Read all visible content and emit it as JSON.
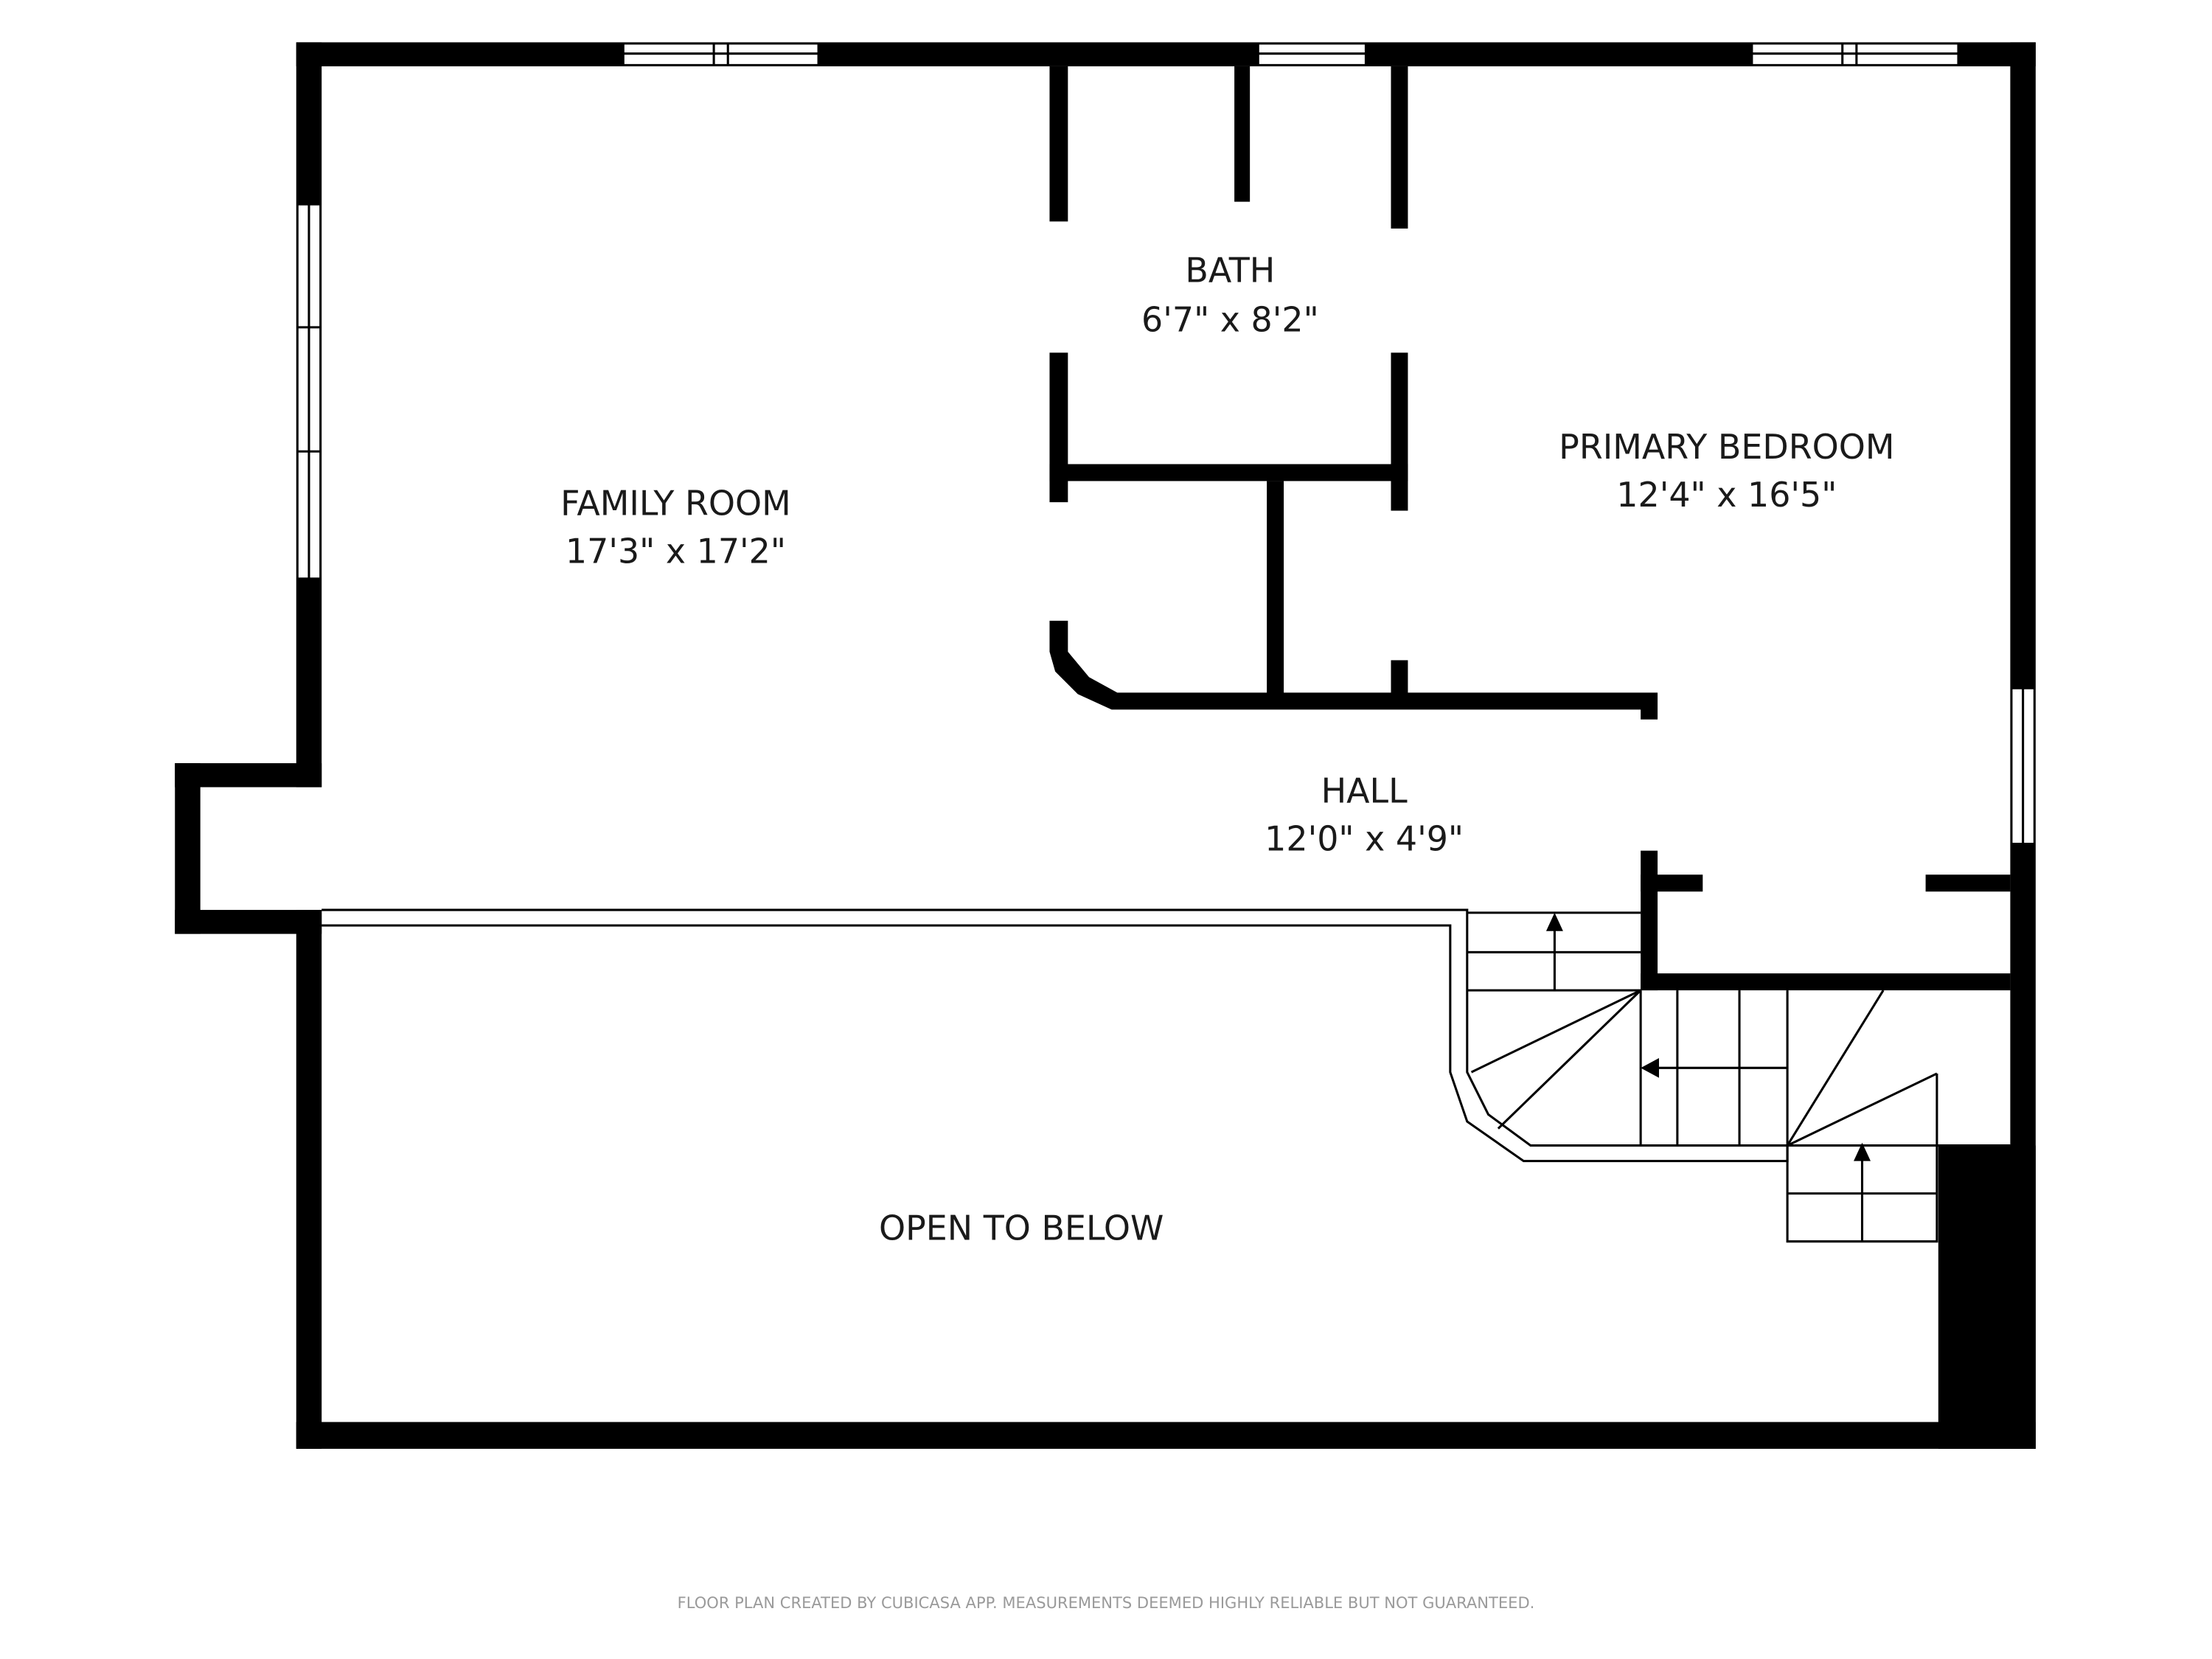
{
  "rooms": [
    {
      "name": "FAMILY ROOM",
      "dimensions": "17'3\" x 17'2\""
    },
    {
      "name": "BATH",
      "dimensions": "6'7\" x 8'2\""
    },
    {
      "name": "PRIMARY BEDROOM",
      "dimensions": "12'4\" x 16'5\""
    },
    {
      "name": "HALL",
      "dimensions": "12'0\" x 4'9\""
    }
  ],
  "open_area": "OPEN TO BELOW",
  "footer": "FLOOR PLAN CREATED BY CUBICASA APP. MEASUREMENTS DEEMED HIGHLY RELIABLE BUT NOT GUARANTEED.",
  "colors": {
    "wall": "#000000",
    "background": "#ffffff",
    "footer_text": "#9a9a9a"
  }
}
